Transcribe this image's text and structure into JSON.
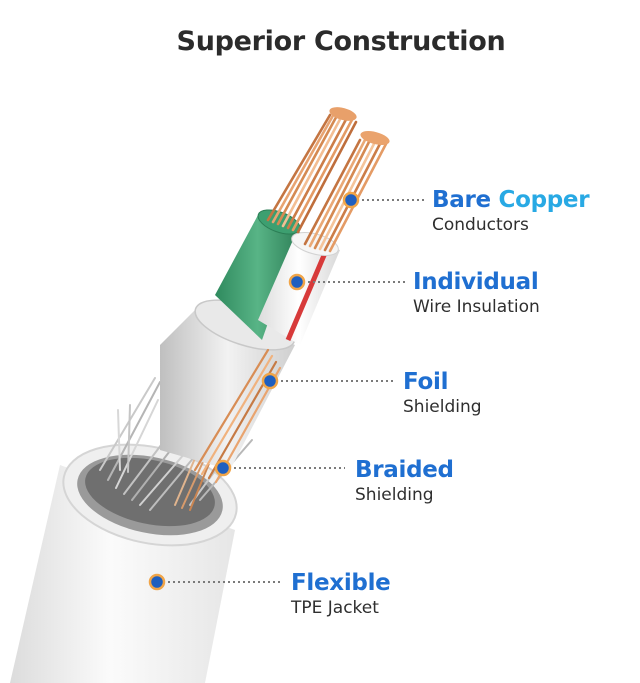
{
  "title": "Superior Construction",
  "colors": {
    "heading_blue": "#1f6fd1",
    "heading_light_blue": "#28a9e4",
    "leader_dot": "#1f5fbf",
    "copper": "#d9905a",
    "green_insulation": "#3a9c6e",
    "white_insulation": "#f3f3f3",
    "jacket": "#f4f4f4"
  },
  "callouts": [
    {
      "id": "copper",
      "heading_a": "Bare",
      "heading_b": "Copper",
      "subtitle": "Conductors"
    },
    {
      "id": "insulation",
      "heading_a": "Individual",
      "heading_b": "",
      "subtitle": "Wire Insulation"
    },
    {
      "id": "foil",
      "heading_a": "Foil",
      "heading_b": "",
      "subtitle": "Shielding"
    },
    {
      "id": "braid",
      "heading_a": "Braided",
      "heading_b": "",
      "subtitle": "Shielding"
    },
    {
      "id": "jacket",
      "heading_a": "Flexible",
      "heading_b": "",
      "subtitle": "TPE Jacket"
    }
  ]
}
